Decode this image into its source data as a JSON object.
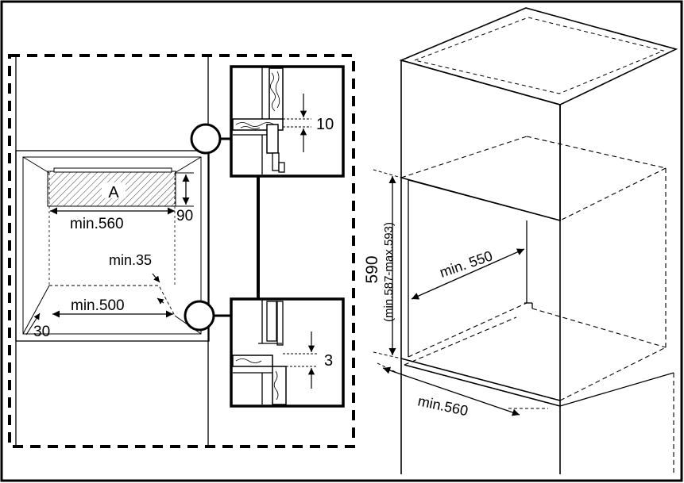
{
  "labels": {
    "gap_top": "10",
    "gap_bottom": "3",
    "vent_area": "A",
    "depth_90": "90",
    "width_560": "min.560",
    "depth_35": "min.35",
    "width_500": "min.500",
    "corner_30": "30",
    "height_590": "590",
    "height_range": "(min.587-max.593)",
    "cabinet_depth": "min. 550",
    "cabinet_width": "min.560"
  },
  "colors": {
    "line": "#000000",
    "background": "#ffffff"
  }
}
